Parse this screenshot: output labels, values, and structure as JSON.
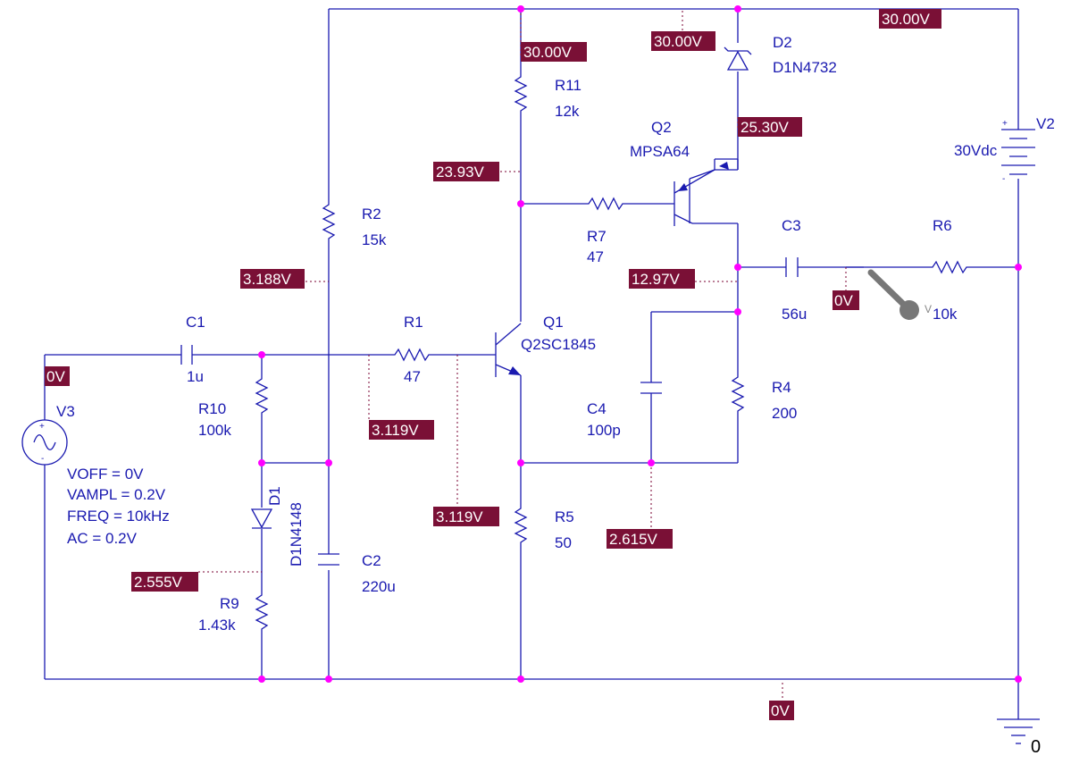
{
  "colors": {
    "wire": "#1a1ab0",
    "junction": "#ff00ff",
    "voltage_marker_bg": "#7a1036",
    "voltage_marker_text": "#ffffff",
    "probe": "#777777"
  },
  "components": {
    "R11": {
      "ref": "R11",
      "value": "12k"
    },
    "R2": {
      "ref": "R2",
      "value": "15k"
    },
    "R7": {
      "ref": "R7",
      "value": "47"
    },
    "R1": {
      "ref": "R1",
      "value": "47"
    },
    "R10": {
      "ref": "R10",
      "value": "100k"
    },
    "R4": {
      "ref": "R4",
      "value": "200"
    },
    "R5": {
      "ref": "R5",
      "value": "50"
    },
    "R9": {
      "ref": "R9",
      "value": "1.43k"
    },
    "R6": {
      "ref": "R6",
      "value": "10k"
    },
    "C1": {
      "ref": "C1",
      "value": "1u"
    },
    "C2": {
      "ref": "C2",
      "value": "220u"
    },
    "C3": {
      "ref": "C3",
      "value": "56u"
    },
    "C4": {
      "ref": "C4",
      "value": "100p"
    },
    "D1": {
      "ref": "D1",
      "value": "D1N4148"
    },
    "D2": {
      "ref": "D2",
      "value": "D1N4732"
    },
    "Q1": {
      "ref": "Q1",
      "value": "Q2SC1845"
    },
    "Q2": {
      "ref": "Q2",
      "value": "MPSA64"
    },
    "V2": {
      "ref": "V2",
      "value": "30Vdc"
    },
    "V3": {
      "ref": "V3",
      "params": [
        "VOFF = 0V",
        "VAMPL = 0.2V",
        "FREQ = 10kHz",
        "AC = 0.2V"
      ]
    },
    "ground": {
      "label": "0"
    }
  },
  "voltage_markers": {
    "top_right": "30.00V",
    "d2_top": "30.00V",
    "r11_top": "30.00V",
    "q2_emitter": "25.30V",
    "q1_collector": "23.93V",
    "q2_collector": "12.97V",
    "output": "0V",
    "r2_bottom": "3.188V",
    "q1_base": "3.119V",
    "q1_emitter": "3.119V",
    "c4_bottom": "2.615V",
    "d1_r9": "2.555V",
    "input": "0V",
    "ground": "0V"
  },
  "probe": {
    "letter": "V"
  }
}
